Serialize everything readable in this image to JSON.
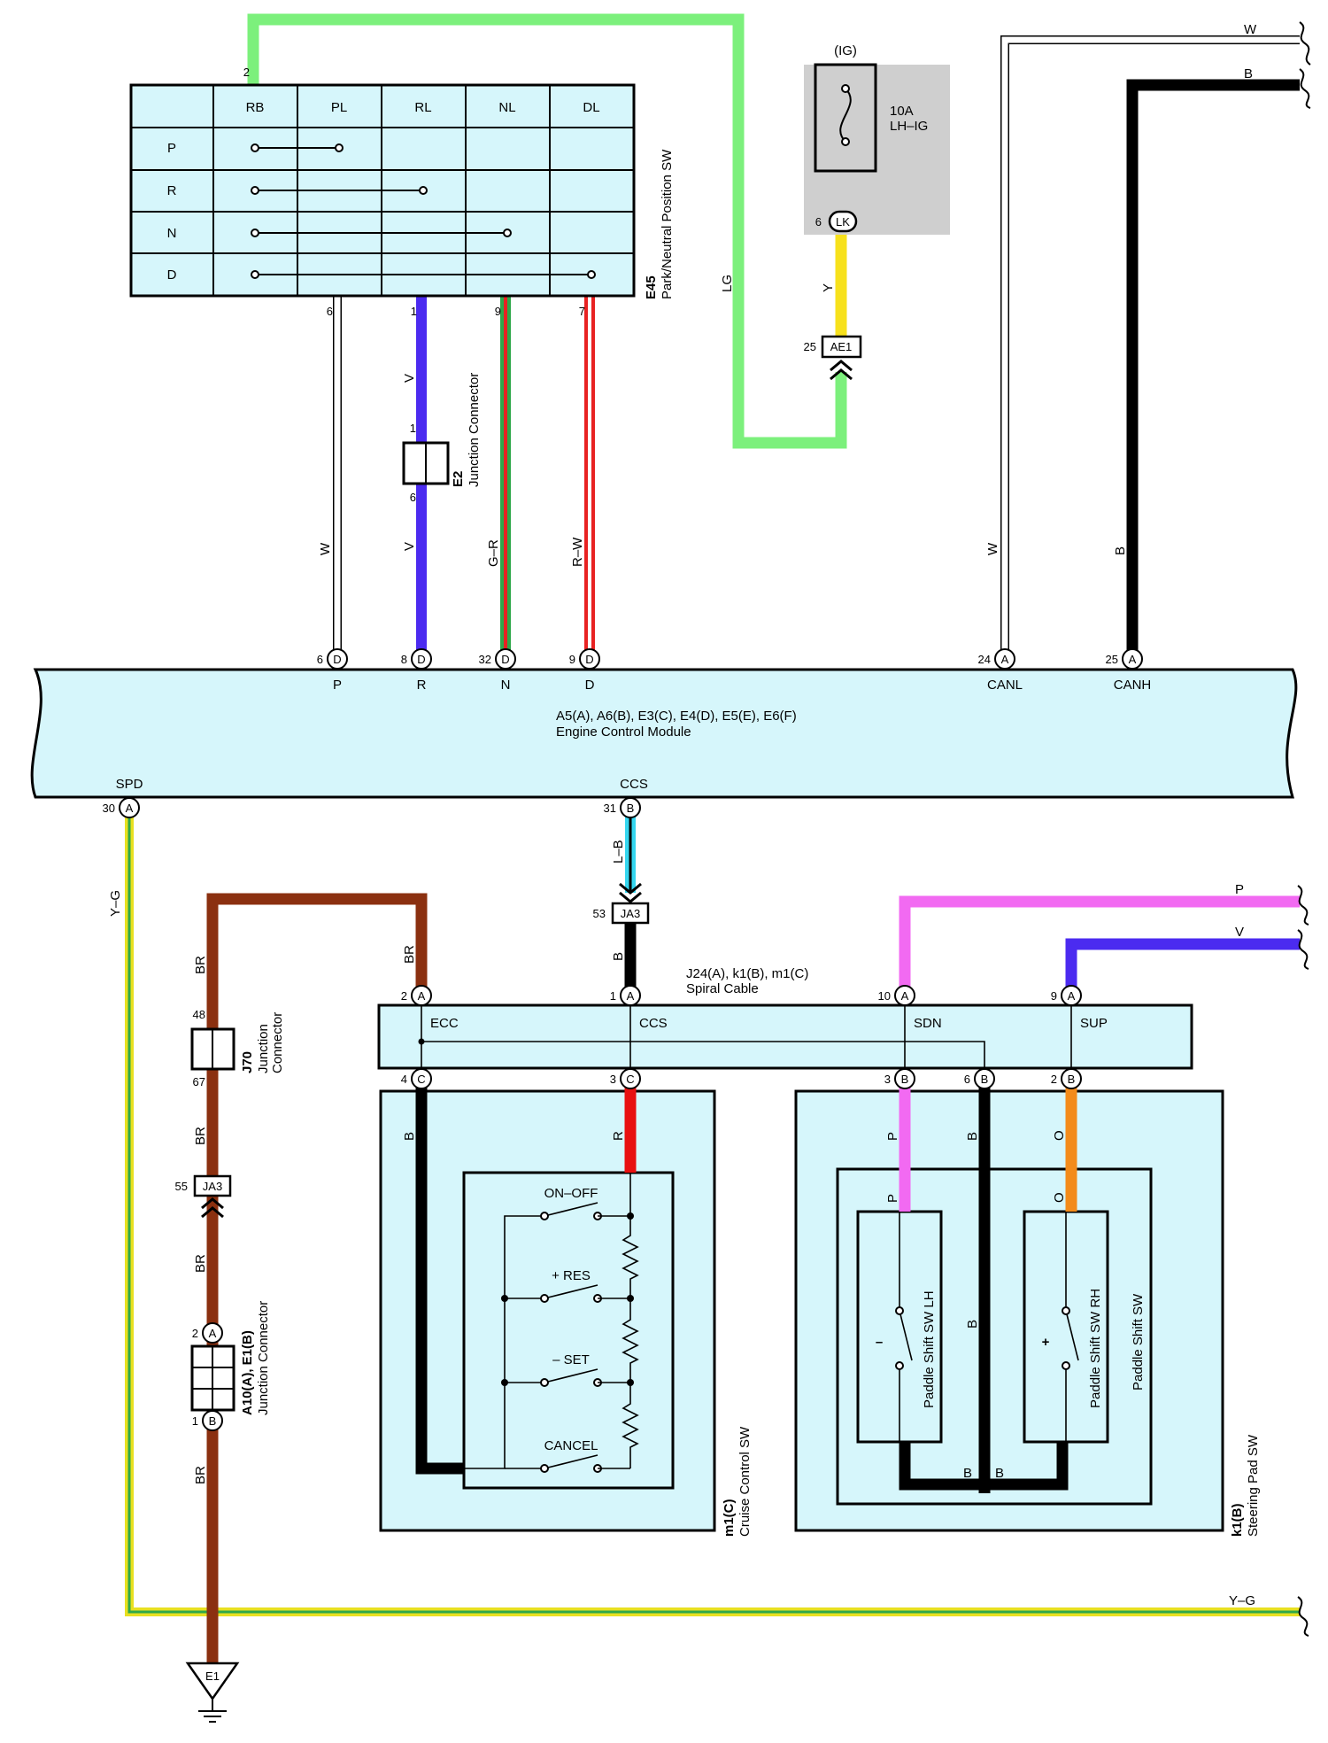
{
  "colors": {
    "panel_fill": "#d6f6fb",
    "LG": "#7cf07c",
    "W": "#ffffff",
    "B": "#000000",
    "V": "#4b2bf0",
    "G-R": "#2ea84a",
    "R-W": "#e82222",
    "Y": "#f7e11c",
    "L-B": "#35d6ef",
    "BR": "#8b3010",
    "P": "#f26af2",
    "R": "#e81010",
    "O": "#f38b1a",
    "Y-G": "#e8e020",
    "fuse_bg": "#cfcfcf"
  },
  "pnp_switch": {
    "id": "E45",
    "name": "Park/Neutral Position SW",
    "columns": [
      "RB",
      "PL",
      "RL",
      "NL",
      "DL"
    ],
    "rows": [
      "P",
      "R",
      "N",
      "D"
    ],
    "top_pin": "2",
    "pins": [
      "6",
      "1",
      "9",
      "7"
    ]
  },
  "fuse": {
    "source": "(IG)",
    "rating": "10A",
    "name": "LH–IG",
    "pin": "6",
    "connector": "LK"
  },
  "ae1": {
    "pin": "25",
    "name": "AE1"
  },
  "e2": {
    "id": "E2",
    "name": "Junction Connector",
    "pin_top": "1",
    "pin_bottom": "6"
  },
  "wire_labels": {
    "lg": "LG",
    "y": "Y",
    "w1": "W",
    "v1": "V",
    "v2": "V",
    "gr": "G–R",
    "rw": "R–W",
    "w2": "W",
    "b1": "B",
    "w_top": "W",
    "b_top": "B",
    "yg": "Y–G",
    "yg_right": "Y–G",
    "lb": "L–B",
    "b_ja3": "B",
    "br1": "BR",
    "br2": "BR",
    "br3": "BR",
    "br4": "BR",
    "br5": "BR",
    "p_right": "P",
    "v_right": "V",
    "b_c4": "B",
    "r_c3": "R",
    "p_b3": "P",
    "b_b6": "B",
    "o_b2": "O",
    "p_inner": "P",
    "o_inner": "O",
    "b_mid": "B",
    "b_bot1": "B",
    "b_bot2": "B"
  },
  "ecm": {
    "title": "A5(A), A6(B), E3(C), E4(D), E5(E), E6(F)",
    "name": "Engine Control Module",
    "top_terminals": [
      {
        "pin": "6",
        "conn": "D",
        "label": "P"
      },
      {
        "pin": "8",
        "conn": "D",
        "label": "R"
      },
      {
        "pin": "32",
        "conn": "D",
        "label": "N"
      },
      {
        "pin": "9",
        "conn": "D",
        "label": "D"
      },
      {
        "pin": "24",
        "conn": "A",
        "label": "CANL"
      },
      {
        "pin": "25",
        "conn": "A",
        "label": "CANH"
      }
    ],
    "bottom_terminals": [
      {
        "pin": "30",
        "conn": "A",
        "label": "SPD"
      },
      {
        "pin": "31",
        "conn": "B",
        "label": "CCS"
      }
    ]
  },
  "ja3_upper": {
    "pin": "53",
    "name": "JA3"
  },
  "ja3_lower": {
    "pin": "55",
    "name": "JA3"
  },
  "j70": {
    "id": "J70",
    "name_line1": "Junction",
    "name_line2": "Connector",
    "pin_top": "48",
    "pin_bottom": "67"
  },
  "a10": {
    "id": "A10(A), E1(B)",
    "name": "Junction Connector",
    "pin_a": "2",
    "conn_a": "A",
    "pin_b": "1",
    "conn_b": "B"
  },
  "ground": {
    "name": "E1"
  },
  "spiral": {
    "title": "J24(A), k1(B), m1(C)",
    "name": "Spiral Cable",
    "top_terminals": [
      {
        "pin": "2",
        "conn": "A",
        "label": "ECC"
      },
      {
        "pin": "1",
        "conn": "A",
        "label": "CCS"
      },
      {
        "pin": "10",
        "conn": "A",
        "label": "SDN"
      },
      {
        "pin": "9",
        "conn": "A",
        "label": "SUP"
      }
    ],
    "bottom_terminals": [
      {
        "pin": "4",
        "conn": "C"
      },
      {
        "pin": "3",
        "conn": "C"
      },
      {
        "pin": "3",
        "conn": "B"
      },
      {
        "pin": "6",
        "conn": "B"
      },
      {
        "pin": "2",
        "conn": "B"
      }
    ]
  },
  "cruise": {
    "id": "m1(C)",
    "name": "Cruise Control SW",
    "switches": [
      "ON–OFF",
      "+ RES",
      "– SET",
      "CANCEL"
    ]
  },
  "steering": {
    "id": "k1(B)",
    "name": "Steering Pad SW",
    "paddle_group": "Paddle Shift SW",
    "lh": "Paddle Shift SW LH",
    "rh": "Paddle Shift SW RH",
    "lh_sign": "–",
    "rh_sign": "+"
  }
}
